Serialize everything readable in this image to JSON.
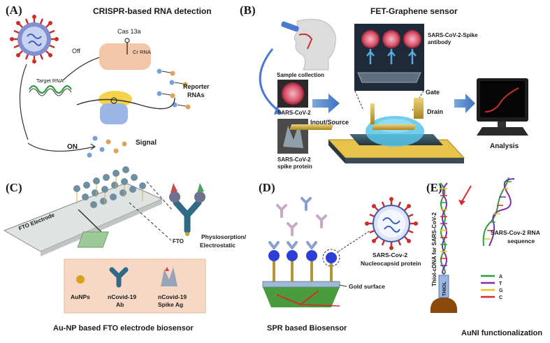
{
  "panels": {
    "a": {
      "letter": "(A)",
      "title": "CRISPR-based RNA detection",
      "cas": "Cas 13a",
      "cr_rna": "Cr RNA",
      "off": "Off",
      "on": "ON",
      "target_rna": "Target RNA",
      "reporter": "Reporter",
      "reporter2": "RNAs",
      "signal": "Signal"
    },
    "b": {
      "letter": "(B)",
      "title": "FET-Graphene sensor",
      "sample": "Sample collection",
      "sars": "SARS-CoV-2",
      "spike1": "SARS-CoV-2",
      "spike2": "spike protein",
      "antibody1": "SARS-CoV-2-Spike",
      "antibody2": "antibody",
      "gate": "Gate",
      "drain": "Drain",
      "input": "Input/Source",
      "analysis": "Analysis"
    },
    "c": {
      "letter": "(C)",
      "fto_electrode": "FTO Electrode",
      "fto": "FTO",
      "physio1": "Physiosorption/",
      "physio2": "Electrostatic",
      "aunp": "AuNPs",
      "ab1": "nCovid-19",
      "ab2": "Ab",
      "ag1": "nCovid-19",
      "ag2": "Spike Ag",
      "caption": "Au-NP based FTO electrode biosensor"
    },
    "d": {
      "letter": "(D)",
      "nucleo1": "SARS-Cov-2",
      "nucleo2": "Nucleocapsid protein",
      "gold": "Gold surface",
      "caption": "SPR based  Biosensor"
    },
    "e": {
      "letter": "(E)",
      "thiol_cdna": "Thiol-cDNA  for SARS-CoV-2",
      "thiol": "THIOL",
      "rna1": "SARS-Cov-2 RNA",
      "rna2": "sequence",
      "legend": [
        "A",
        "T",
        "G",
        "C"
      ],
      "legend_colors": [
        "#2e9e3f",
        "#7a2fa8",
        "#e8c21a",
        "#d8282b"
      ],
      "caption": "AuNI functionalization"
    }
  },
  "colors": {
    "virus_spike": "#c8302a",
    "virus_body": "#3a5fbf",
    "arrow_blue": "#5b8fd2",
    "gold": "#c9a227"
  }
}
